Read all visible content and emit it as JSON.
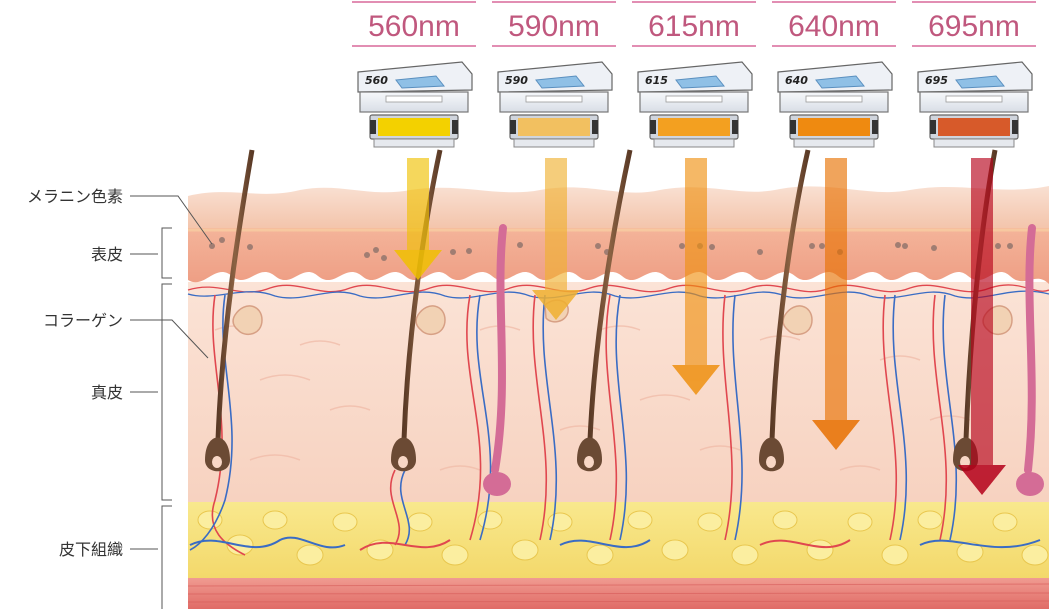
{
  "filters": [
    {
      "wavelength": "560nm",
      "code": "560",
      "color": "#f3d100",
      "arrow": "#f0c000"
    },
    {
      "wavelength": "590nm",
      "code": "590",
      "color": "#f2c060",
      "arrow": "#f0b030"
    },
    {
      "wavelength": "615nm",
      "code": "615",
      "color": "#f3a020",
      "arrow": "#ef9010"
    },
    {
      "wavelength": "640nm",
      "code": "640",
      "color": "#ef8a10",
      "arrow": "#e87000"
    },
    {
      "wavelength": "695nm",
      "code": "695",
      "color": "#d75a2a",
      "arrow": "#b5001a"
    }
  ],
  "layers": {
    "melanin": "メラニン色素",
    "epidermis": "表皮",
    "collagen": "コラーゲン",
    "dermis": "真皮",
    "subcutaneous": "皮下組織"
  },
  "colors": {
    "accent": "#d9699a",
    "skin_top": "#f6cfb8",
    "epidermis": "#f1a98e",
    "dermis": "#f8d7c6",
    "fat": "#f7e27a",
    "muscle": "#e87f7a"
  }
}
